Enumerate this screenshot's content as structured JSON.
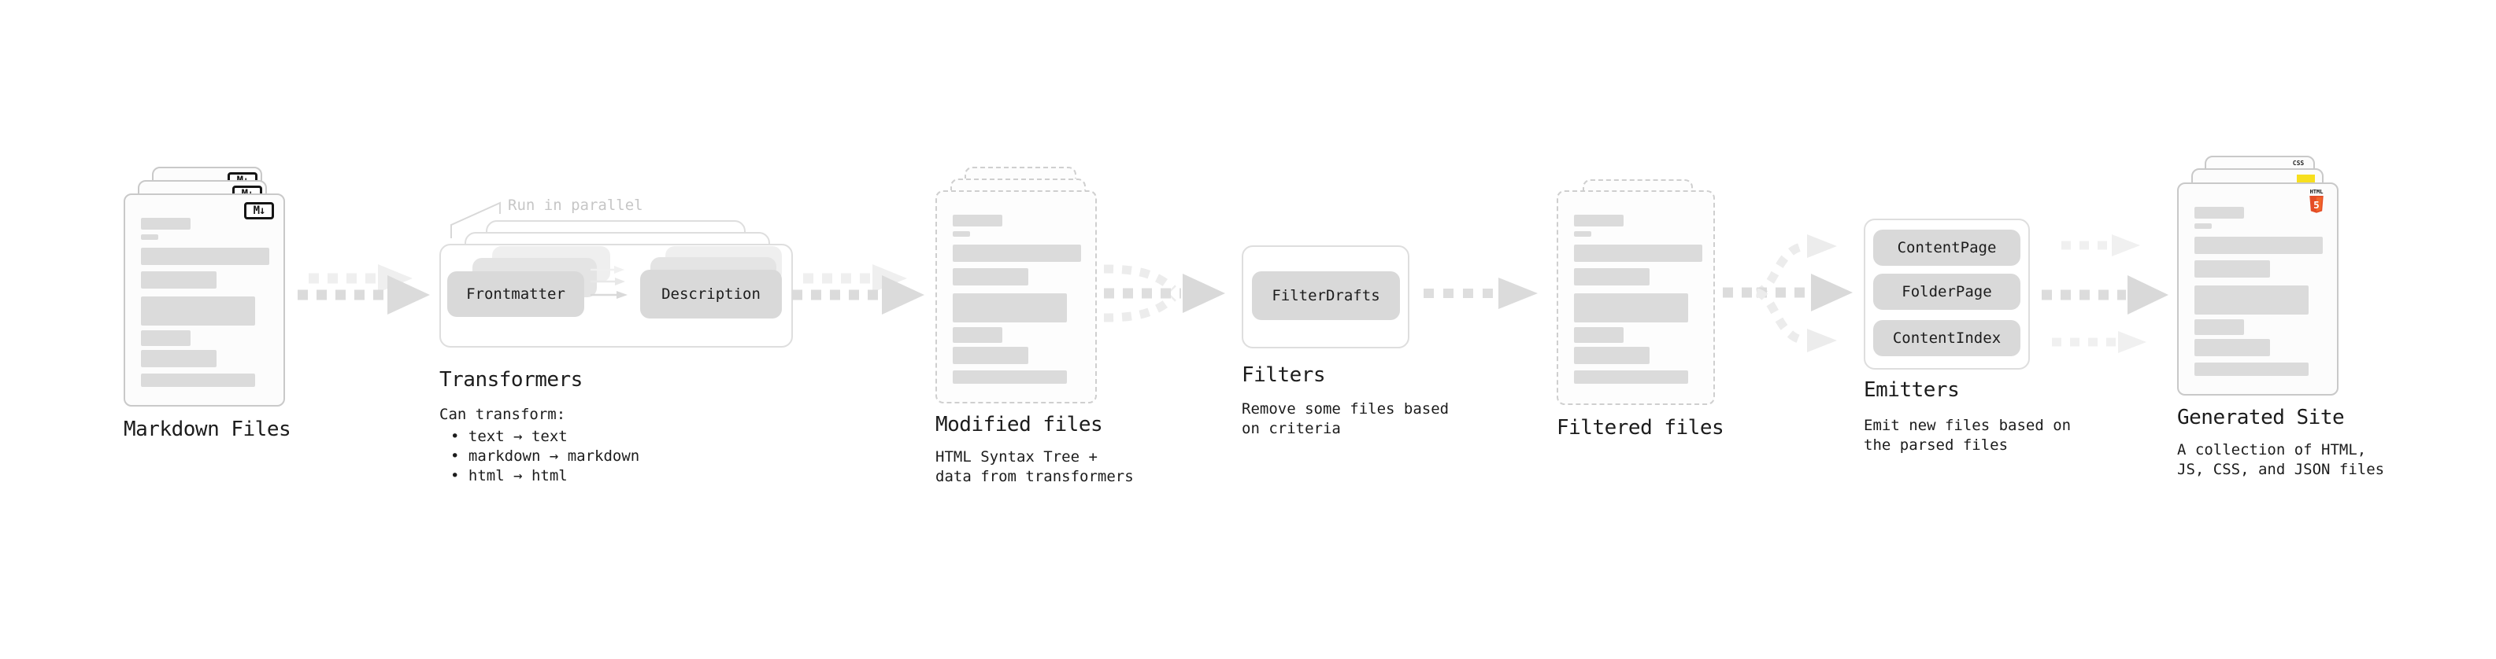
{
  "stages": {
    "markdown": {
      "label": "Markdown Files",
      "badge": "M↓"
    },
    "transformers": {
      "label": "Transformers",
      "annotation": "Run in parallel",
      "pill_left": "Frontmatter",
      "pill_right": "Description",
      "desc_title": "Can transform:",
      "bullets": [
        "• text → text",
        "• markdown → markdown",
        "• html → html"
      ]
    },
    "modified": {
      "label": "Modified files",
      "sub": [
        "HTML Syntax Tree +",
        "data from transformers"
      ]
    },
    "filters": {
      "label": "Filters",
      "pill": "FilterDrafts",
      "sub": [
        "Remove some files based",
        "on criteria"
      ]
    },
    "filtered": {
      "label": "Filtered files"
    },
    "emitters": {
      "label": "Emitters",
      "pills": [
        "ContentPage",
        "FolderPage",
        "ContentIndex"
      ],
      "sub": [
        "Emit new files based on",
        "the parsed files"
      ]
    },
    "generated": {
      "label": "Generated Site",
      "sub": [
        "A collection of HTML,",
        "JS, CSS, and JSON files"
      ],
      "file_badges": {
        "css": "CSS",
        "html": "HTML",
        "html_number": "5"
      }
    }
  },
  "colors": {
    "html5_shield": "#e44d26",
    "html5_shield_light": "#f16529",
    "js_badge": "#f7df1e",
    "css_underline": "#2965f1",
    "pill_gray": "#d9d9d9",
    "arrow_gray": "#dbdbdb",
    "annotation_gray": "#c6c6c6",
    "text": "#1c1c1c"
  }
}
